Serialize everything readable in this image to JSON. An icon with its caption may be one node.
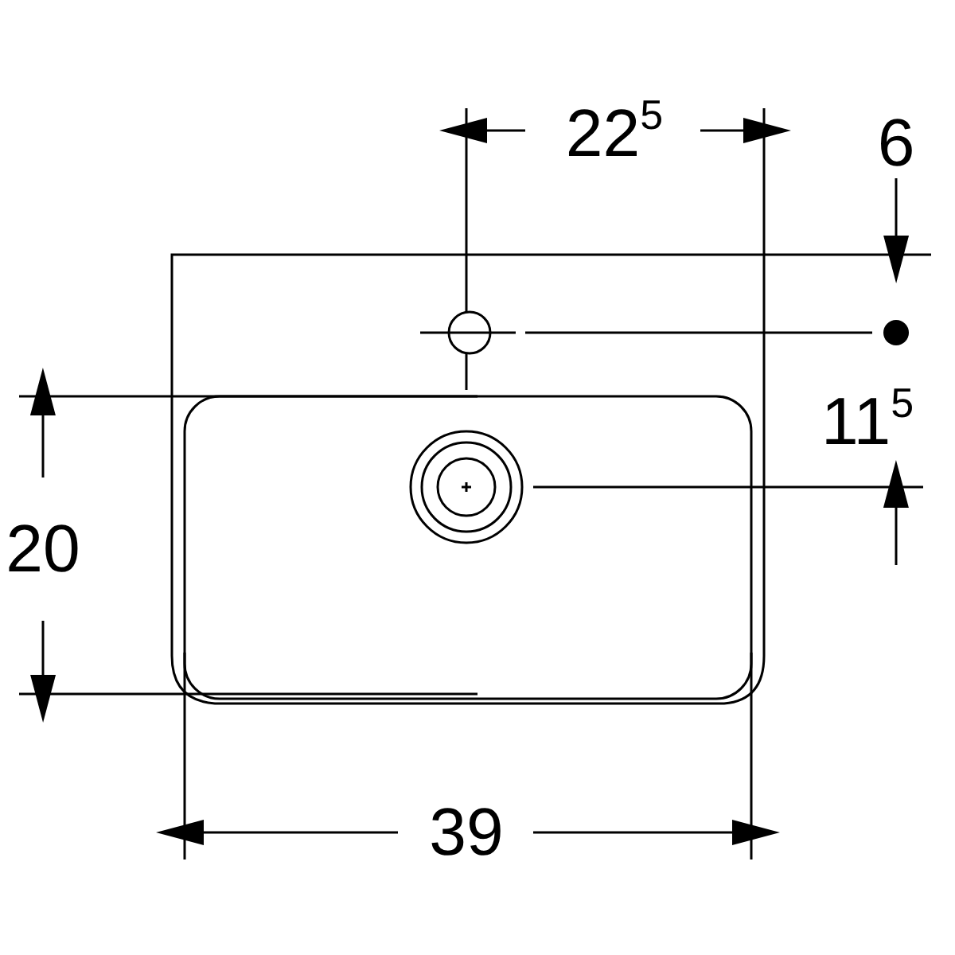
{
  "diagram": {
    "labels": [
      "22$^{5}$",
      "6",
      "11$^{5}$",
      "20",
      "39"
    ]
  }
}
